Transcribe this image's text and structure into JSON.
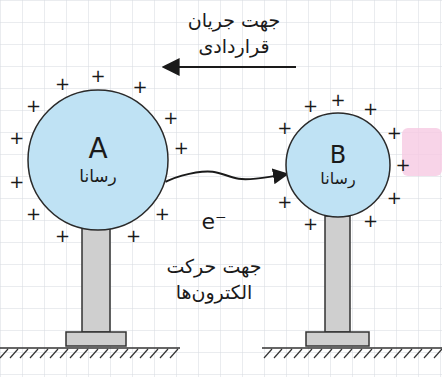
{
  "diagram": {
    "nodes": [
      {
        "text": [
          "A",
          "رسانا"
        ]
      },
      {
        "text": [
          "B",
          "رسانا"
        ]
      }
    ],
    "edges": [
      {
        "from": 0,
        "to": 1,
        "arrow": "to"
      }
    ],
    "labels": [
      "جهت جریان قراردادی",
      "e⁻",
      "جهت حرکت الکترون‌ها",
      "+",
      "+",
      "+",
      "+",
      "+",
      "+",
      "+",
      "+",
      "+",
      "+",
      "+",
      "+",
      "+",
      "+",
      "+",
      "+",
      "+",
      "+",
      "+",
      "+",
      "+",
      "+"
    ]
  }
}
